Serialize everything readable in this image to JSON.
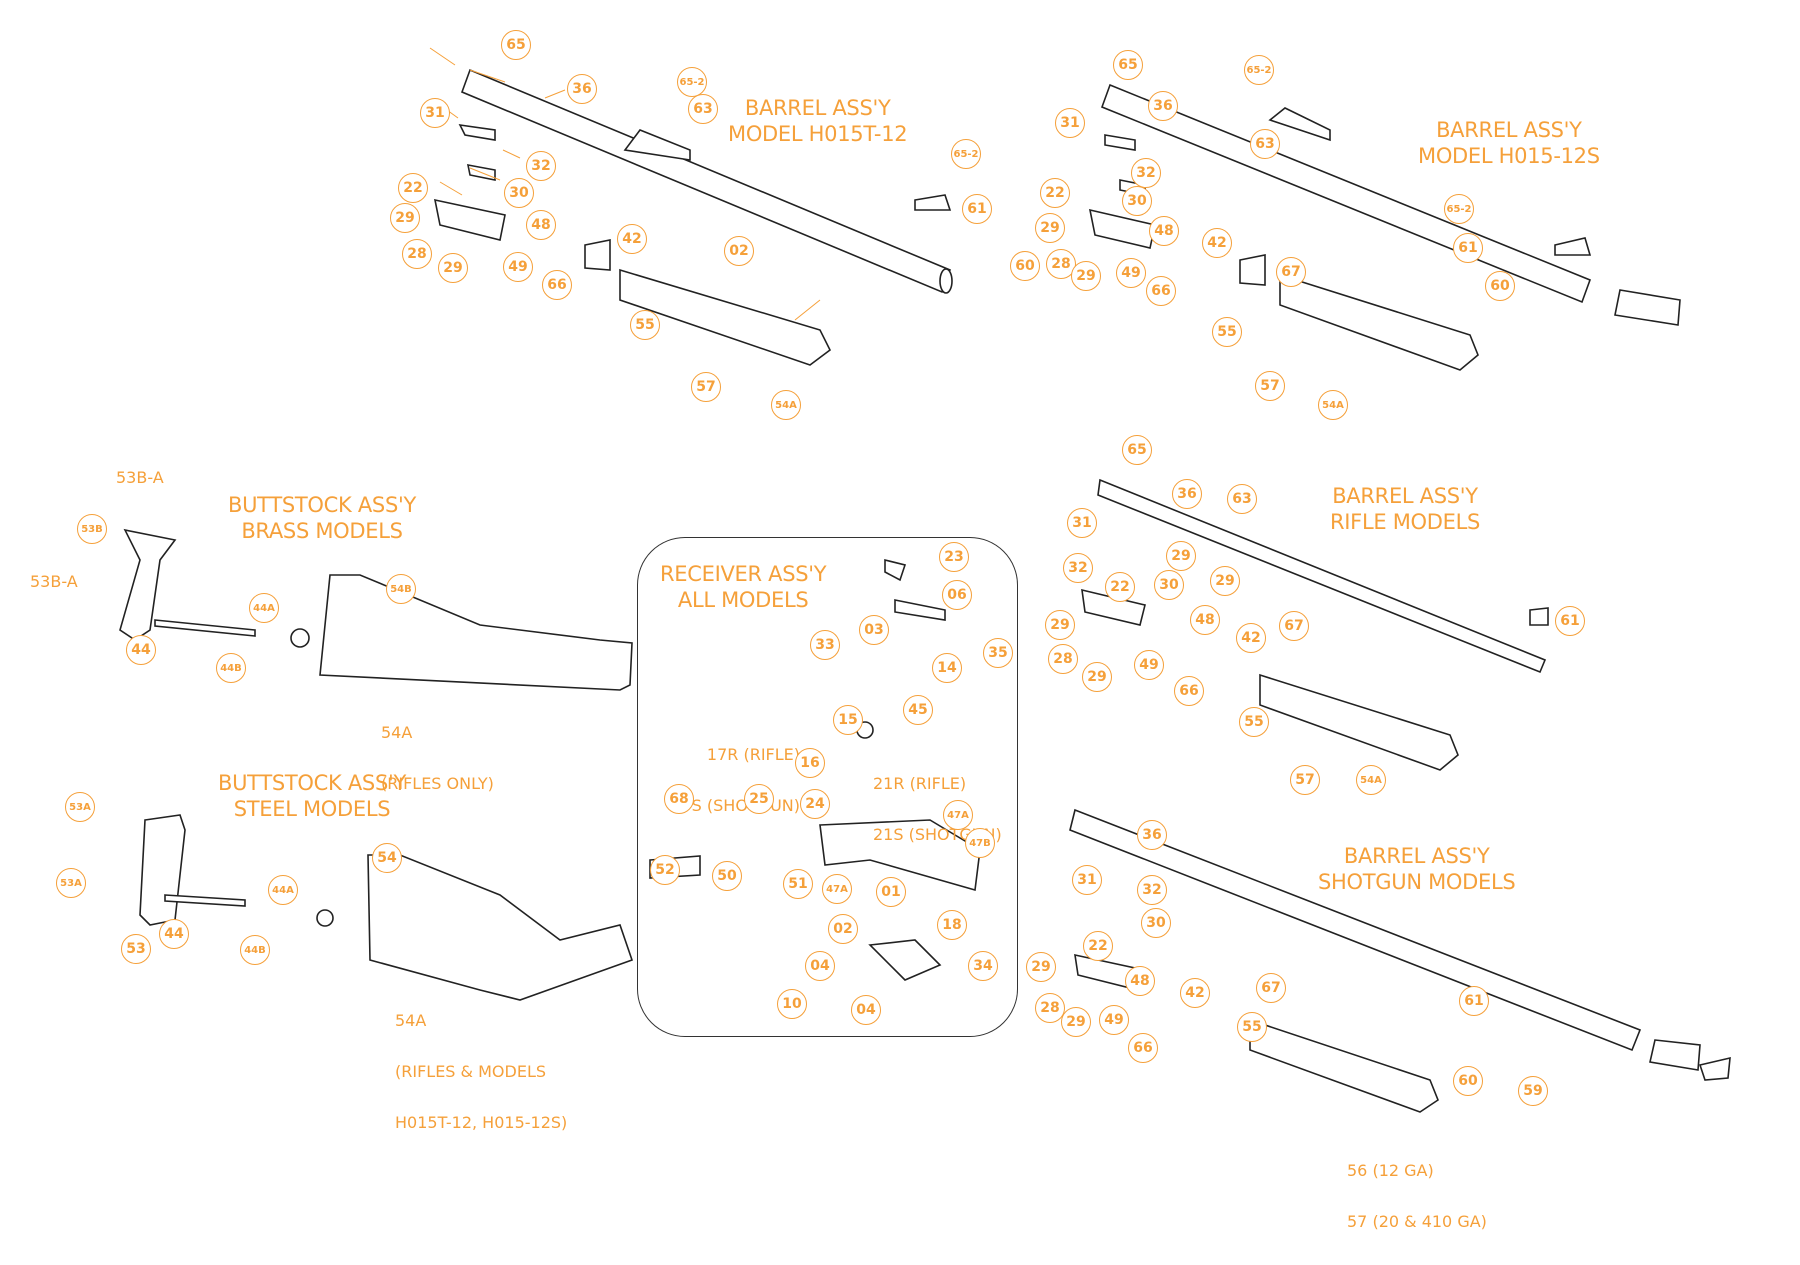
{
  "diagram": {
    "accent_color": "#f5a03a",
    "line_color": "#222222",
    "assemblies": [
      {
        "id": "barrel-h015t-12",
        "title_line1": "BARREL ASS'Y",
        "title_line2": "MODEL H015T-12",
        "callouts": [
          "65",
          "65-2",
          "36",
          "63",
          "31",
          "32",
          "30",
          "22",
          "29",
          "28",
          "29",
          "49",
          "48",
          "66",
          "42",
          "02",
          "65-2",
          "61",
          "55",
          "57",
          "54A",
          "60"
        ]
      },
      {
        "id": "barrel-h015-12s",
        "title_line1": "BARREL ASS'Y",
        "title_line2": "MODEL H015-12S",
        "callouts": [
          "65",
          "65-2",
          "36",
          "63",
          "31",
          "32",
          "30",
          "22",
          "29",
          "28",
          "29",
          "49",
          "48",
          "66",
          "42",
          "67",
          "65-2",
          "61",
          "60",
          "55",
          "57",
          "54A"
        ]
      },
      {
        "id": "buttstock-brass",
        "title_line1": "BUTTSTOCK ASS'Y",
        "title_line2": "BRASS MODELS",
        "labels": [
          "53B-A",
          "53B-A"
        ],
        "callouts": [
          "53B",
          "44",
          "44A",
          "44B",
          "54B"
        ],
        "note_line1": "54A",
        "note_line2": "(RIFLES ONLY)"
      },
      {
        "id": "buttstock-steel",
        "title_line1": "BUTTSTOCK ASS'Y",
        "title_line2": "STEEL MODELS",
        "callouts": [
          "53A",
          "53A",
          "53",
          "44",
          "44A",
          "44B",
          "54"
        ],
        "note_line1": "54A",
        "note_line2": "(RIFLES & MODELS",
        "note_line3": "H015T-12, H015-12S)"
      },
      {
        "id": "receiver-all",
        "title_line1": "RECEIVER ASS'Y",
        "title_line2": "ALL MODELS",
        "callouts": [
          "23",
          "06",
          "03",
          "33",
          "35",
          "14",
          "45",
          "15",
          "16",
          "68",
          "25",
          "24",
          "47A",
          "47B",
          "52",
          "50",
          "51",
          "47A",
          "01",
          "18",
          "02",
          "34",
          "04",
          "10",
          "04"
        ],
        "label_17_line1": "17R (RIFLE)",
        "label_17_line2": "17S (SHOTGUN)",
        "label_21_line1": "21R (RIFLE)",
        "label_21_line2": "21S (SHOTGUN)"
      },
      {
        "id": "barrel-rifle",
        "title_line1": "BARREL ASS'Y",
        "title_line2": "RIFLE MODELS",
        "callouts": [
          "65",
          "36",
          "63",
          "31",
          "32",
          "29",
          "30",
          "29",
          "22",
          "29",
          "28",
          "29",
          "49",
          "48",
          "67",
          "61",
          "42",
          "66",
          "55",
          "57",
          "54A"
        ]
      },
      {
        "id": "barrel-shotgun",
        "title_line1": "BARREL ASS'Y",
        "title_line2": "SHOTGUN MODELS",
        "callouts": [
          "36",
          "31",
          "32",
          "30",
          "22",
          "29",
          "28",
          "29",
          "49",
          "48",
          "42",
          "66",
          "55",
          "67",
          "61",
          "60",
          "59"
        ],
        "note_line1": "56 (12 GA)",
        "note_line2": "57 (20 & 410 GA)"
      }
    ]
  }
}
